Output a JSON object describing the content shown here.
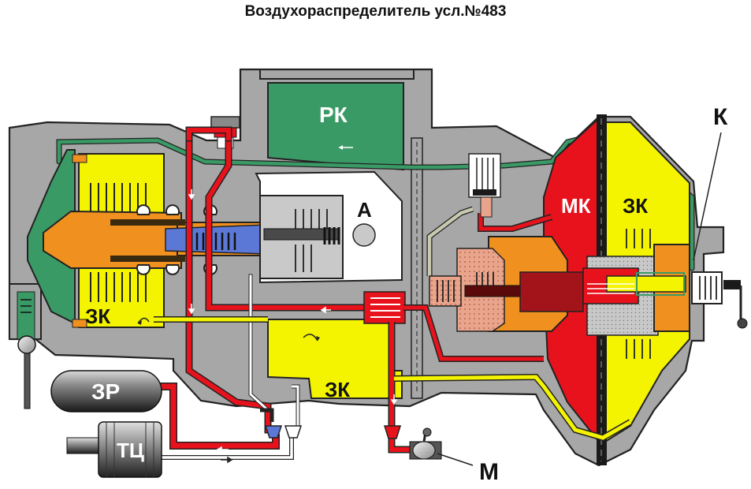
{
  "title": "Воздухораспределитель усл.№483",
  "labels": {
    "rk": "РК",
    "a": "А",
    "mk": "МК",
    "zk_right": "ЗК",
    "k": "К",
    "zk_left": "ЗК",
    "zk_center": "ЗК",
    "zr": "ЗР",
    "tc": "ТЦ",
    "m": "М"
  },
  "colors": {
    "body": "#a7a7a7",
    "rk_chamber": "#3a9a66",
    "zk_chamber": "#f4f400",
    "mk_chamber": "#e8121c",
    "piston": "#f0901e",
    "plunger": "#5b78d6",
    "line_red": "#e8121c",
    "line_green": "#3a9a66"
  }
}
